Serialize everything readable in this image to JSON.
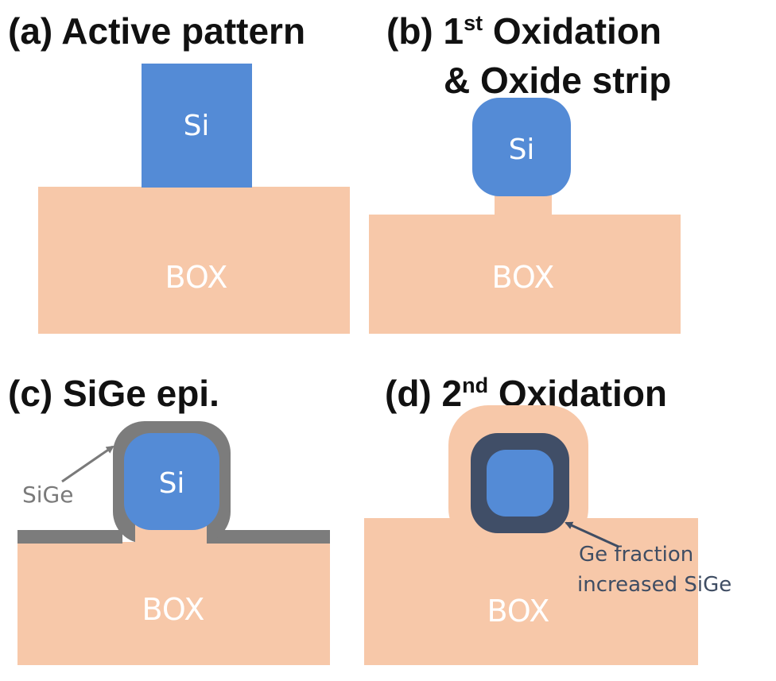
{
  "panels": {
    "a": {
      "title": "(a) Active pattern",
      "si": "Si",
      "box": "BOX"
    },
    "b": {
      "title_prefix": "(b) 1",
      "title_sup": "st",
      "title_suffix": " Oxidation",
      "title_line2": "& Oxide strip",
      "si": "Si",
      "box": "BOX"
    },
    "c": {
      "title": "(c) SiGe epi.",
      "si": "Si",
      "box": "BOX",
      "annotation": "SiGe"
    },
    "d": {
      "title_prefix": "(d) 2",
      "title_sup": "nd",
      "title_suffix": " Oxidation",
      "box": "BOX",
      "annotation_line1": "Ge fraction",
      "annotation_line2": "increased SiGe"
    }
  },
  "colors": {
    "oxide": "#f7c8a9",
    "silicon": "#548bd6",
    "sige_epi": "#7c7c7c",
    "sige_ge_rich": "#404e67",
    "text": "#111111"
  }
}
